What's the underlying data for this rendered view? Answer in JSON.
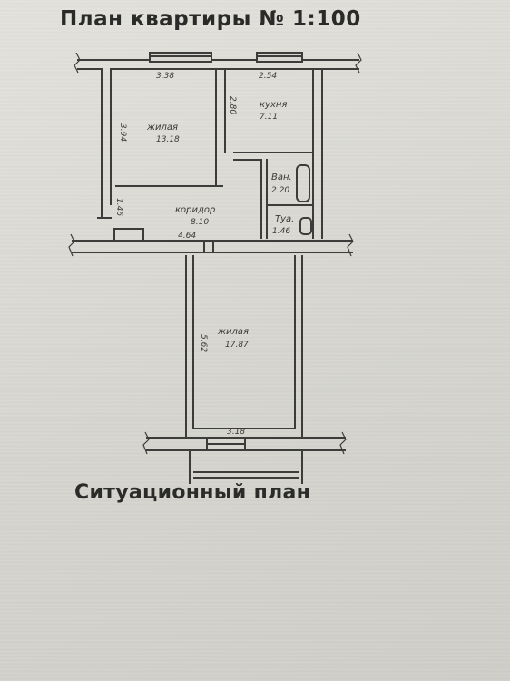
{
  "title": "План квартиры № 1:100",
  "footer": "Ситуационный план",
  "rooms": {
    "living_top": {
      "name": "жилая",
      "area": "13.18"
    },
    "kitchen": {
      "name": "кухня",
      "area": "7.11"
    },
    "bath": {
      "name": "Ван.",
      "area": "2.20"
    },
    "toilet": {
      "name": "Туа.",
      "area": "1.46"
    },
    "corridor": {
      "name": "коридор",
      "area": "8.10"
    },
    "living_bottom": {
      "name": "жилая",
      "area": "17.87"
    }
  },
  "dimensions": {
    "top_left_width": "3.38",
    "top_right_width": "2.54",
    "left_height": "3.94",
    "kitchen_height": "2.80",
    "corridor_small": "1.46",
    "corridor_length": "4.64",
    "bottom_height": "5.62",
    "bottom_width": "3.18"
  }
}
